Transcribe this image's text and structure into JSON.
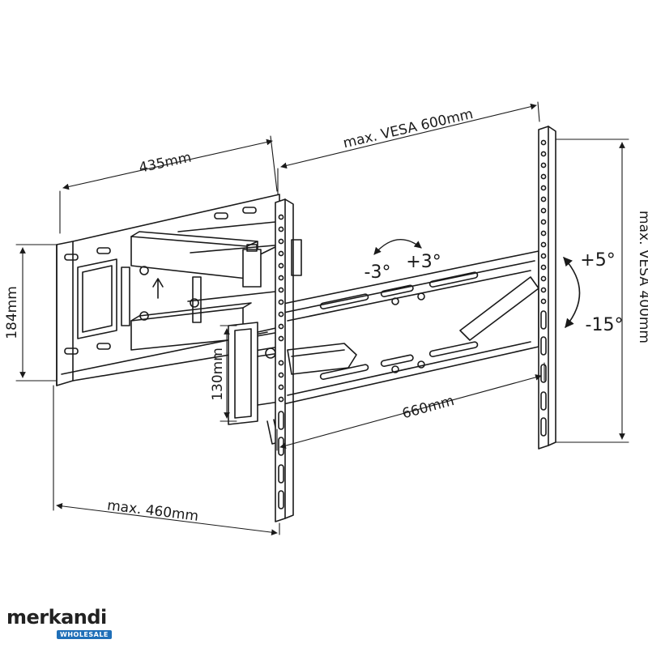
{
  "dimensions": {
    "arm_length": "435mm",
    "vesa_width": "max. VESA 600mm",
    "vesa_height": "max. VESA 400mm",
    "wall_plate_height": "184mm",
    "wall_plate_inner": "130mm",
    "tv_bracket_width": "660mm",
    "max_extension": "max. 460mm"
  },
  "tilt": {
    "up": "+5°",
    "down": "-15°"
  },
  "swivel": {
    "left": "-3°",
    "right": "+3°"
  },
  "logo": {
    "brand": "merkandi",
    "tagline": "WHOLESALE"
  },
  "colors": {
    "line": "#1a1a1a",
    "logo_blue": "#1f6fb8"
  }
}
